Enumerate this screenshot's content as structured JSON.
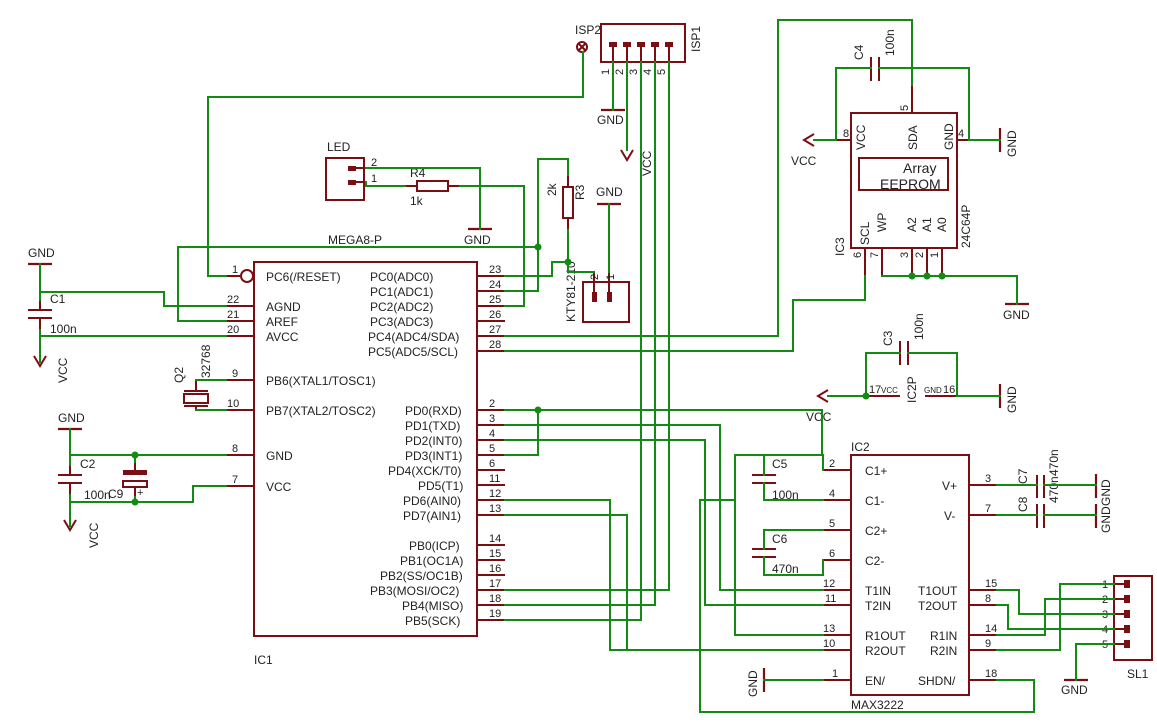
{
  "ic1": {
    "name": "IC1",
    "value": "MEGA8-P",
    "left_pins": [
      {
        "num": "1",
        "name": "PC6(/RESET)"
      },
      {
        "num": "22",
        "name": "AGND"
      },
      {
        "num": "21",
        "name": "AREF"
      },
      {
        "num": "20",
        "name": "AVCC"
      },
      {
        "num": "9",
        "name": "PB6(XTAL1/TOSC1)"
      },
      {
        "num": "10",
        "name": "PB7(XTAL2/TOSC2)"
      },
      {
        "num": "8",
        "name": "GND"
      },
      {
        "num": "7",
        "name": "VCC"
      }
    ],
    "right_pins": [
      {
        "num": "23",
        "name": "PC0(ADC0)"
      },
      {
        "num": "24",
        "name": "PC1(ADC1)"
      },
      {
        "num": "25",
        "name": "PC2(ADC2)"
      },
      {
        "num": "26",
        "name": "PC3(ADC3)"
      },
      {
        "num": "27",
        "name": "PC4(ADC4/SDA)"
      },
      {
        "num": "28",
        "name": "PC5(ADC5/SCL)"
      },
      {
        "num": "2",
        "name": "PD0(RXD)"
      },
      {
        "num": "3",
        "name": "PD1(TXD)"
      },
      {
        "num": "4",
        "name": "PD2(INT0)"
      },
      {
        "num": "5",
        "name": "PD3(INT1)"
      },
      {
        "num": "6",
        "name": "PD4(XCK/T0)"
      },
      {
        "num": "11",
        "name": "PD5(T1)"
      },
      {
        "num": "12",
        "name": "PD6(AIN0)"
      },
      {
        "num": "13",
        "name": "PD7(AIN1)"
      },
      {
        "num": "14",
        "name": "PB0(ICP)"
      },
      {
        "num": "15",
        "name": "PB1(OC1A)"
      },
      {
        "num": "16",
        "name": "PB2(SS/OC1B)"
      },
      {
        "num": "17",
        "name": "PB3(MOSI/OC2)"
      },
      {
        "num": "18",
        "name": "PB4(MISO)"
      },
      {
        "num": "19",
        "name": "PB5(SCK)"
      }
    ]
  },
  "ic2": {
    "name": "IC2",
    "value": "MAX3222",
    "left_pins": [
      {
        "num": "2",
        "name": "C1+"
      },
      {
        "num": "4",
        "name": "C1-"
      },
      {
        "num": "5",
        "name": "C2+"
      },
      {
        "num": "6",
        "name": "C2-"
      },
      {
        "num": "12",
        "name": "T1IN"
      },
      {
        "num": "11",
        "name": "T2IN"
      },
      {
        "num": "13",
        "name": "R1OUT"
      },
      {
        "num": "10",
        "name": "R2OUT"
      },
      {
        "num": "1",
        "name": "EN/"
      }
    ],
    "right_pins": [
      {
        "num": "3",
        "name": "V+"
      },
      {
        "num": "7",
        "name": "V-"
      },
      {
        "num": "15",
        "name": "T1OUT"
      },
      {
        "num": "8",
        "name": "T2OUT"
      },
      {
        "num": "14",
        "name": "R1IN"
      },
      {
        "num": "9",
        "name": "R2IN"
      },
      {
        "num": "18",
        "name": "SHDN/"
      }
    ]
  },
  "ic3": {
    "name": "IC3",
    "value": "24C64P",
    "inner_top": "Array",
    "inner_bottom": "EEPROM",
    "pins": [
      {
        "num": "8",
        "name": "VCC"
      },
      {
        "num": "5",
        "name": "SDA"
      },
      {
        "num": "4",
        "name": "GND"
      },
      {
        "num": "6",
        "name": "SCL"
      },
      {
        "num": "7",
        "name": "WP"
      },
      {
        "num": "3",
        "name": "A2"
      },
      {
        "num": "2",
        "name": "A1"
      },
      {
        "num": "1",
        "name": "A0"
      }
    ]
  },
  "ic2p": {
    "name": "IC2P",
    "vcc_pin": "17",
    "vcc_label": "VCC",
    "gnd_pin": "16",
    "gnd_label": "GND"
  },
  "isp": {
    "name": "ISP1",
    "alt": "ISP2",
    "pins": [
      "1",
      "2",
      "3",
      "4",
      "5"
    ]
  },
  "sl1": {
    "name": "SL1",
    "pins": [
      "1",
      "2",
      "3",
      "4",
      "5"
    ]
  },
  "led": {
    "name": "LED",
    "pins": [
      "2",
      "1"
    ]
  },
  "kty": {
    "name": "KTY81-210",
    "pins": [
      "2",
      "1"
    ]
  },
  "resistors": {
    "r4": {
      "name": "R4",
      "value": "1k"
    },
    "r3": {
      "name": "R3",
      "value": "2k"
    }
  },
  "caps": {
    "c1": {
      "name": "C1",
      "value": "100n"
    },
    "c2": {
      "name": "C2",
      "value": "100n"
    },
    "c9": {
      "name": "C9"
    },
    "c3": {
      "name": "C3",
      "value": "100n"
    },
    "c4": {
      "name": "C4",
      "value": "100n"
    },
    "c5": {
      "name": "C5",
      "value": "100n"
    },
    "c6": {
      "name": "C6",
      "value": "470n"
    },
    "c7": {
      "name": "C7",
      "value": "470n"
    },
    "c8": {
      "name": "C8",
      "value": "470n"
    }
  },
  "crystal": {
    "name": "Q2",
    "value": "32768"
  },
  "supply": {
    "gnd": "GND",
    "vcc": "VCC"
  },
  "colors": {
    "wire": "#138a13",
    "part": "#7a0f13",
    "text": "#222222"
  }
}
